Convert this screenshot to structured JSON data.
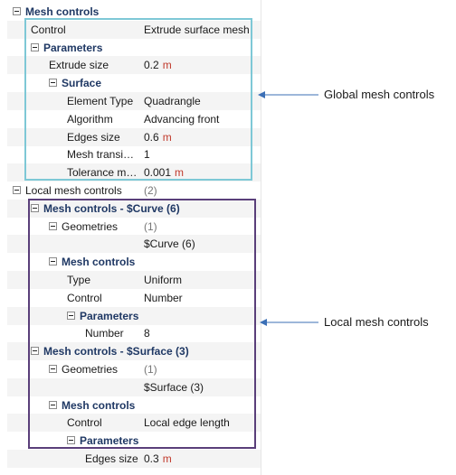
{
  "tree": {
    "rows": [
      {
        "id": "mesh-controls-header",
        "label": "Mesh controls",
        "indent": 0,
        "toggle": true,
        "bold": true
      },
      {
        "id": "control",
        "label": "Control",
        "value": "Extrude surface mesh",
        "indent": 1
      },
      {
        "id": "parameters",
        "label": "Parameters",
        "indent": 1,
        "toggle": true,
        "bold": true
      },
      {
        "id": "extrude-size",
        "label": "Extrude size",
        "value": "0.2",
        "unit": "m",
        "indent": 2
      },
      {
        "id": "surface",
        "label": "Surface",
        "indent": 2,
        "toggle": true,
        "bold": true
      },
      {
        "id": "element-type",
        "label": "Element Type",
        "value": "Quadrangle",
        "indent": 3
      },
      {
        "id": "algorithm",
        "label": "Algorithm",
        "value": "Advancing front",
        "indent": 3
      },
      {
        "id": "edges-size",
        "label": "Edges size",
        "value": "0.6",
        "unit": "m",
        "indent": 3
      },
      {
        "id": "mesh-transition",
        "label": "Mesh transi…",
        "value": "1",
        "indent": 3
      },
      {
        "id": "tolerance",
        "label": "Tolerance m…",
        "value": "0.001",
        "unit": "m",
        "indent": 3
      },
      {
        "id": "local-mesh-controls",
        "label": "Local mesh controls",
        "count": "(2)",
        "indent": 0,
        "toggle": true
      },
      {
        "id": "mc-curve",
        "label": "Mesh controls - $Curve (6)",
        "indent": 1,
        "toggle": true,
        "bold": true,
        "wide": true
      },
      {
        "id": "geometries-1",
        "label": "Geometries",
        "count": "(1)",
        "indent": 2,
        "toggle": true
      },
      {
        "id": "curve-item",
        "label": "",
        "value": "$Curve (6)",
        "indent": 3
      },
      {
        "id": "mesh-controls-1",
        "label": "Mesh controls",
        "indent": 2,
        "toggle": true,
        "bold": true
      },
      {
        "id": "type",
        "label": "Type",
        "value": "Uniform",
        "indent": 3
      },
      {
        "id": "control-2",
        "label": "Control",
        "value": "Number",
        "indent": 3
      },
      {
        "id": "parameters-2",
        "label": "Parameters",
        "indent": 3,
        "toggle": true,
        "bold": true
      },
      {
        "id": "number",
        "label": "Number",
        "value": "8",
        "indent": 4
      },
      {
        "id": "mc-surface",
        "label": "Mesh controls - $Surface (3)",
        "indent": 1,
        "toggle": true,
        "bold": true,
        "wide": true
      },
      {
        "id": "geometries-2",
        "label": "Geometries",
        "count": "(1)",
        "indent": 2,
        "toggle": true
      },
      {
        "id": "surface-item",
        "label": "",
        "value": "$Surface (3)",
        "indent": 3
      },
      {
        "id": "mesh-controls-2",
        "label": "Mesh controls",
        "indent": 2,
        "toggle": true,
        "bold": true
      },
      {
        "id": "control-3",
        "label": "Control",
        "value": "Local edge length",
        "indent": 3
      },
      {
        "id": "parameters-3",
        "label": "Parameters",
        "indent": 3,
        "toggle": true,
        "bold": true
      },
      {
        "id": "edges-size-2",
        "label": "Edges size",
        "value": "0.3",
        "unit": "m",
        "indent": 4
      }
    ]
  },
  "annotations": {
    "global": "Global mesh controls",
    "local": "Local mesh controls"
  },
  "colors": {
    "global_box": "#7ec8d6",
    "local_box": "#5a3f7a",
    "arrow": "#3b6fb6",
    "unit": "#c0392b"
  }
}
